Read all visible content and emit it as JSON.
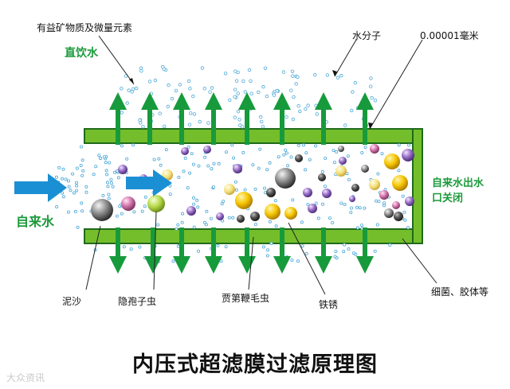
{
  "title": "内压式超滤膜过滤原理图",
  "labels": {
    "minerals": "有益矿物质及微量元素",
    "drinking_water": "直饮水",
    "water_molecule": "水分子",
    "size": "0.00001毫米",
    "tap_water_in": "自来水",
    "tap_water_outlet_line1": "自来水出水",
    "tap_water_outlet_line2": "口关闭",
    "sand": "泥沙",
    "cryptosporidium": "隐孢子虫",
    "giardia": "贾第鞭毛虫",
    "rust": "铁锈",
    "bacteria_colloids": "细菌、胶体等"
  },
  "watermark": "大众资讯",
  "colors": {
    "membrane_fill": "#74be2b",
    "membrane_border": "#1f6b1b",
    "arrow_green": "#179a3c",
    "arrow_blue": "#1b8fd4",
    "label_green": "#1a9a3a",
    "water_dot": "#4da8d8"
  },
  "icons": {
    "inlet_arrow": "arrow-right-icon",
    "permeate_arrow": "arrow-up-icon",
    "membrane_arrow": "arrow-down-icon"
  }
}
